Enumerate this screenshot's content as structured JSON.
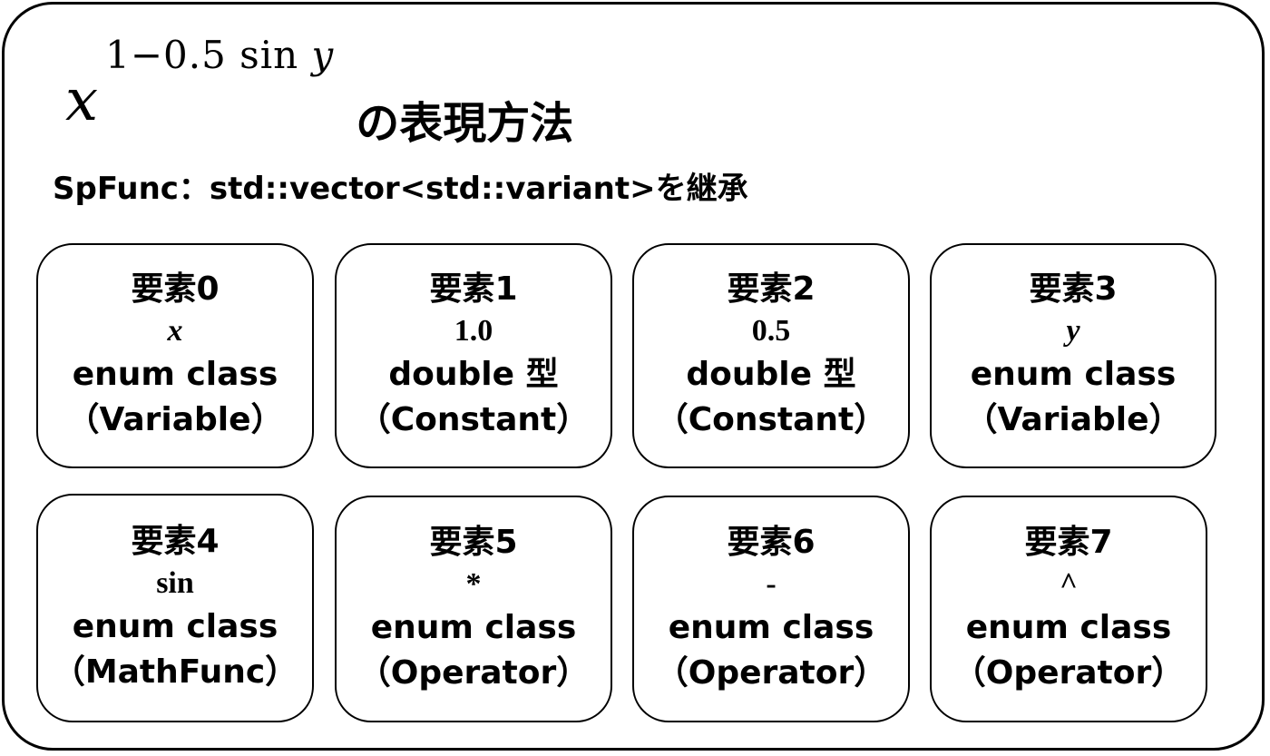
{
  "title": {
    "base": "x",
    "exponent_prefix": "1−0.5 sin ",
    "exponent_var": "y",
    "text": "の表現方法"
  },
  "subtitle": "SpFunc：std::vector<std::variant>を継承",
  "elements": [
    {
      "label": "要素0",
      "value": "x",
      "kind": "enum class",
      "category": "（Variable）"
    },
    {
      "label": "要素1",
      "value": "1.0",
      "kind": "double 型",
      "category": "（Constant）"
    },
    {
      "label": "要素2",
      "value": "0.5",
      "kind": "double 型",
      "category": "（Constant）"
    },
    {
      "label": "要素3",
      "value": "y",
      "kind": "enum class",
      "category": "（Variable）"
    },
    {
      "label": "要素4",
      "value": "sin",
      "kind": "enum class",
      "category": "（MathFunc）"
    },
    {
      "label": "要素5",
      "value": "*",
      "kind": "enum class",
      "category": "（Operator）"
    },
    {
      "label": "要素6",
      "value": "-",
      "kind": "enum class",
      "category": "（Operator）"
    },
    {
      "label": "要素7",
      "value": "^",
      "kind": "enum class",
      "category": "（Operator）"
    }
  ]
}
